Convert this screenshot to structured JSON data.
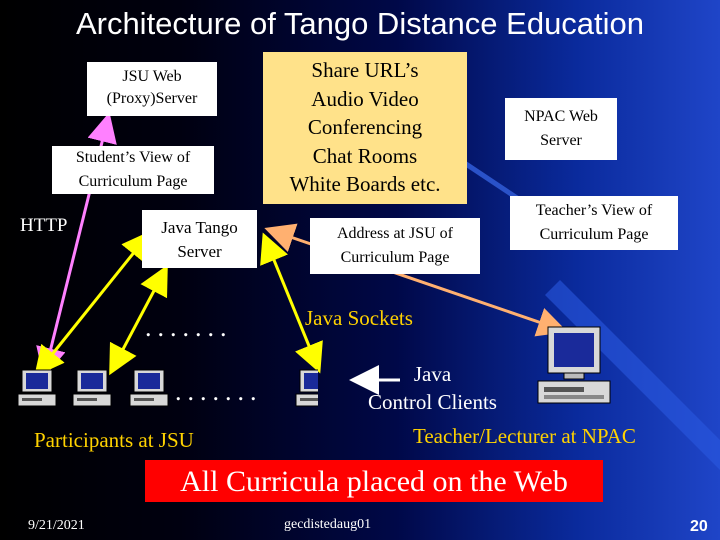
{
  "slide": {
    "title": "Architecture of Tango Distance Education",
    "boxes": {
      "jsu_web_line1": "JSU Web",
      "jsu_web_line2": "(Proxy)Server",
      "students_view_line1": "Student’s View of",
      "students_view_line2": "Curriculum Page",
      "java_tango_line1": "Java Tango",
      "java_tango_line2": "Server",
      "share_line1": "Share URL’s",
      "share_line2": "Audio Video",
      "share_line3": "Conferencing",
      "share_line4": "Chat Rooms",
      "share_line5": "White Boards etc.",
      "address_line1": "Address at JSU of",
      "address_line2": "Curriculum Page",
      "npac_line1": "NPAC Web",
      "npac_line2": "Server",
      "teachers_view_line1": "Teacher’s View of",
      "teachers_view_line2": "Curriculum Page"
    },
    "labels": {
      "http": "HTTP",
      "java_sockets": "Java Sockets",
      "java_control_line1": "Java",
      "java_control_line2": "Control Clients",
      "participants": "Participants at JSU",
      "teacher": "Teacher/Lecturer at NPAC",
      "dots": "......."
    },
    "banner": "All Curricula placed on the Web",
    "footer": {
      "date": "9/21/2021",
      "center": "gecdistedaug01",
      "page": "20"
    }
  },
  "colors": {
    "arrow_yellow": "#ffff00",
    "arrow_pink": "#ff80ff",
    "arrow_tan": "#ffb070",
    "box_yellow": "#ffe28a",
    "banner_red": "#ff0000",
    "label_gold": "#ffd200"
  }
}
